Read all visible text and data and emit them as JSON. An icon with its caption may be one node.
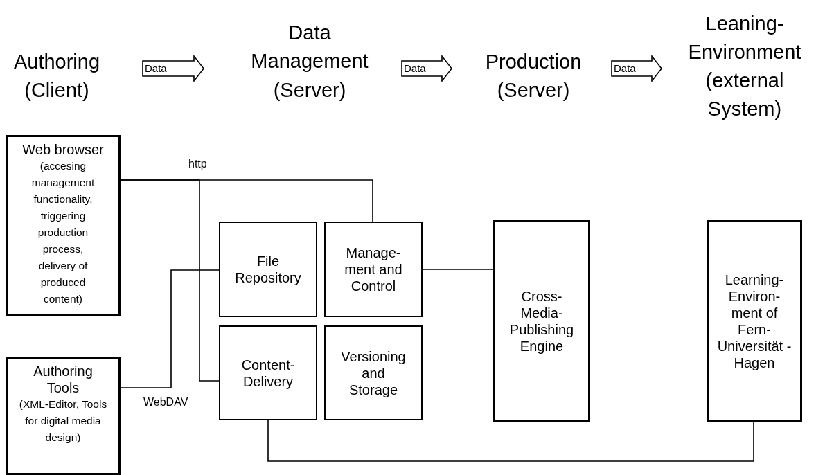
{
  "diagram": {
    "nodes": [
      {
        "text": [
          "Authoring (Client)"
        ]
      },
      {
        "text": [
          "Data Management (Server)"
        ]
      },
      {
        "text": [
          "Production (Server)"
        ]
      },
      {
        "text": [
          "Leaning-Environment (external System)"
        ]
      },
      {
        "text": [
          "Web browser",
          "(accesing management functionality, triggering production process, delivery of produced content)"
        ]
      },
      {
        "text": [
          "Authoring Tools",
          "(XML-Editor, Tools for digital media design)"
        ]
      },
      {
        "text": [
          "File Repository"
        ]
      },
      {
        "text": [
          "Manage- ment and Control"
        ]
      },
      {
        "text": [
          "Content- Delivery"
        ]
      },
      {
        "text": [
          "Versioning and Storage"
        ]
      },
      {
        "text": [
          "Cross- Media- Publishing Engine"
        ]
      },
      {
        "text": [
          "Learning- Environ- ment of Fern- Universität -Hagen"
        ]
      }
    ],
    "edges": [
      {
        "from": 0,
        "to": 1,
        "arrow": "to",
        "label": "Data"
      },
      {
        "from": 1,
        "to": 2,
        "arrow": "to",
        "label": "Data"
      },
      {
        "from": 2,
        "to": 3,
        "arrow": "to",
        "label": "Data"
      },
      {
        "from": 4,
        "to": 7,
        "arrow": "none",
        "label": "http"
      },
      {
        "from": 4,
        "to": 8,
        "arrow": "none"
      },
      {
        "from": 5,
        "to": 6,
        "arrow": "none",
        "label": "WebDAV"
      },
      {
        "from": 7,
        "to": 10,
        "arrow": "none"
      },
      {
        "from": 8,
        "to": 11,
        "arrow": "none"
      }
    ]
  }
}
